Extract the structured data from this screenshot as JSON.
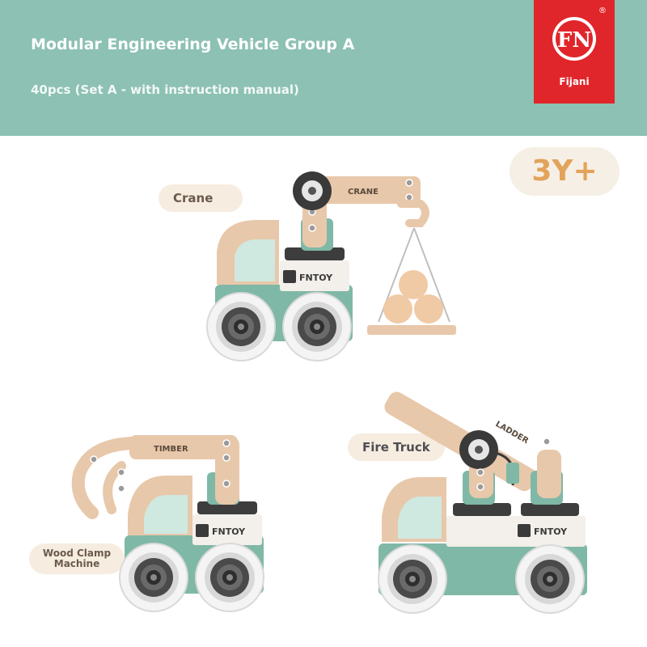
{
  "header": {
    "title": "Modular Engineering Vehicle Group A",
    "subtitle": "40pcs (Set A - with instruction manual)",
    "background_color": "#8cc1b3"
  },
  "brand": {
    "logo_letters": "FN",
    "registered_mark": "®",
    "name": "Fijani",
    "color": "#e0262a"
  },
  "age_badge": {
    "text": "3Y+"
  },
  "vehicles": [
    {
      "label": "Crane",
      "arm_text": "CRANE",
      "brand_text": "FNTOY"
    },
    {
      "label": "Wood Clamp Machine",
      "label_line1": "Wood Clamp",
      "label_line2": "Machine",
      "arm_text": "TIMBER",
      "brand_text": "FNTOY"
    },
    {
      "label": "Fire Truck",
      "arm_text": "LADDER",
      "brand_text": "FNTOY"
    }
  ],
  "colors": {
    "wood": "#e8c8aa",
    "teal": "#7fb8a6",
    "cream": "#f3efea"
  }
}
